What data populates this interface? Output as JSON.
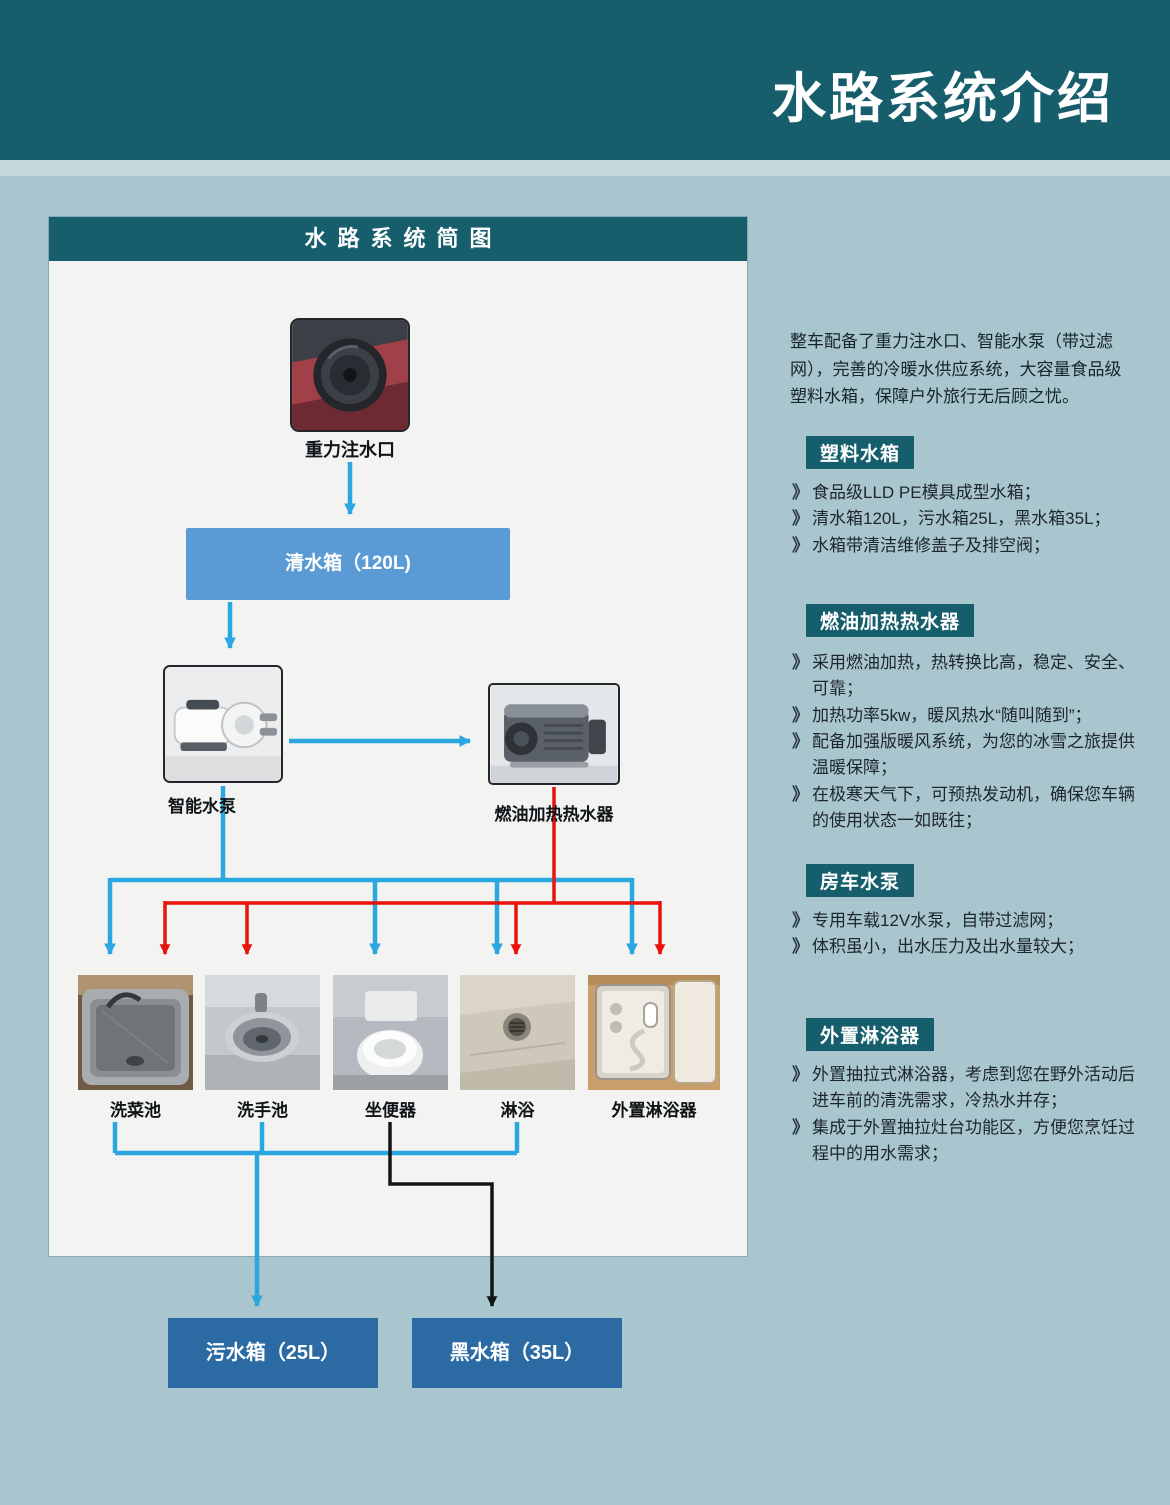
{
  "page": {
    "title": "水路系统介绍"
  },
  "colors": {
    "teal": "#175e6c",
    "background": "#a9c6ce",
    "cold_water": "#2aa7e0",
    "hot_water": "#e8130d",
    "fresh_tank_blue": "#5b9bd5",
    "waste_tank_blue": "#2b6aa3"
  },
  "diagram": {
    "header": "水路系统简图",
    "nodes": {
      "inlet": "重力注水口",
      "fresh_tank": "清水箱（120L)",
      "pump": "智能水泵",
      "heater": "燃油加热热水器",
      "sink": "洗菜池",
      "basin": "洗手池",
      "toilet": "坐便器",
      "shower": "淋浴",
      "ext_shower": "外置淋浴器",
      "gray_tank": "污水箱（25L）",
      "black_tank": "黑水箱（35L）"
    }
  },
  "sidebar": {
    "marker": "》",
    "intro": "整车配备了重力注水口、智能水泵（带过滤网），完善的冷暖水供应系统，大容量食品级塑料水箱，保障户外旅行无后顾之忧。",
    "sections": [
      {
        "title": "塑料水箱",
        "bullets": [
          "食品级LLD PE模具成型水箱；",
          "清水箱120L，污水箱25L，黑水箱35L；",
          "水箱带清洁维修盖子及排空阀；"
        ]
      },
      {
        "title": "燃油加热热水器",
        "bullets": [
          "采用燃油加热，热转换比高，稳定、安全、可靠；",
          "加热功率5kw，暖风热水“随叫随到”；",
          "配备加强版暖风系统，为您的冰雪之旅提供温暖保障；",
          "在极寒天气下，可预热发动机，确保您车辆的使用状态一如既往；"
        ]
      },
      {
        "title": "房车水泵",
        "bullets": [
          "专用车载12V水泵，自带过滤网；",
          "体积虽小，出水压力及出水量较大；"
        ]
      },
      {
        "title": "外置淋浴器",
        "bullets": [
          "外置抽拉式淋浴器，考虑到您在野外活动后进车前的清洗需求，冷热水并存；",
          "集成于外置抽拉灶台功能区，方便您烹饪过程中的用水需求；"
        ]
      }
    ]
  }
}
